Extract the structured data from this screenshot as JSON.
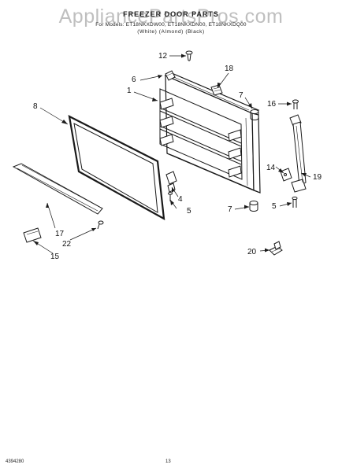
{
  "watermark": "AppliancePartsPros.com",
  "header": {
    "title": "FREEZER DOOR PARTS",
    "models": "For Models: ET18NKXDW00, ET18NKXDN00, ET18NKXDQ00",
    "colors": "(White)     (Almond)     (Black)"
  },
  "callouts": {
    "c1": "1",
    "c4": "4",
    "c5a": "5",
    "c5b": "5",
    "c6": "6",
    "c7a": "7",
    "c7b": "7",
    "c8": "8",
    "c12": "12",
    "c14": "14",
    "c15": "15",
    "c16": "16",
    "c17": "17",
    "c18": "18",
    "c19": "19",
    "c20": "20",
    "c22": "22"
  },
  "footer": {
    "code": "4394280",
    "page": "13"
  }
}
